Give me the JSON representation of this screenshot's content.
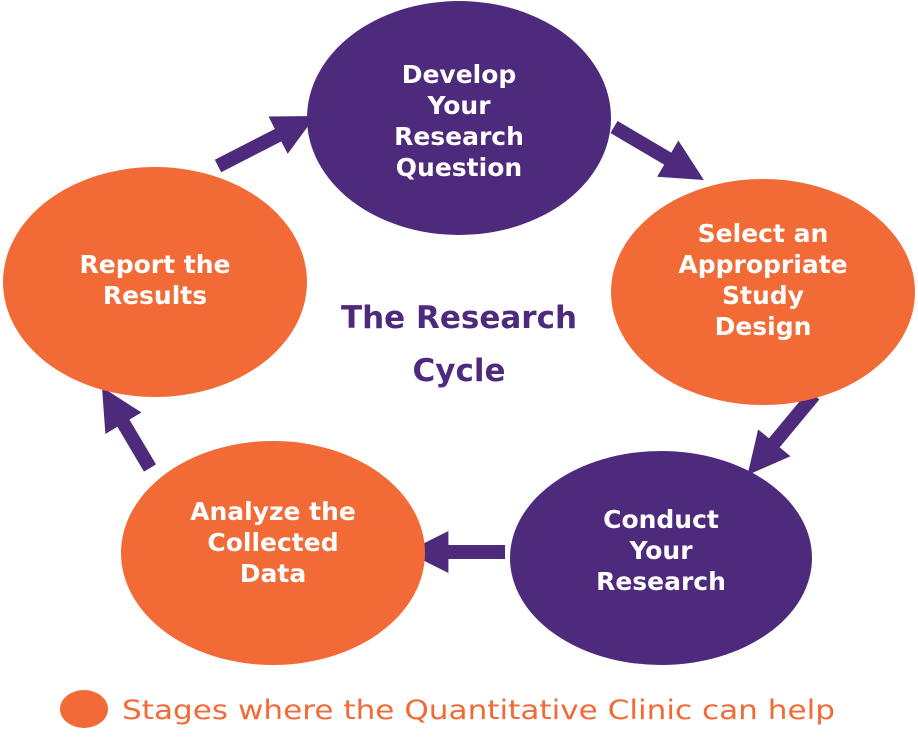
{
  "title": {
    "lines": [
      "The Research",
      "Cycle"
    ]
  },
  "colors": {
    "purple": "#4e2a7d",
    "orange": "#f26a35",
    "title": "#4e2a7d",
    "legend_text": "#f26a35"
  },
  "stages": [
    {
      "id": "develop",
      "color": "purple",
      "lines": [
        "Develop",
        "Your",
        "Research",
        "Question"
      ]
    },
    {
      "id": "design",
      "color": "orange",
      "lines": [
        "Select an",
        "Appropriate",
        "Study",
        "Design"
      ]
    },
    {
      "id": "conduct",
      "color": "purple",
      "lines": [
        "Conduct",
        "Your",
        "Research"
      ]
    },
    {
      "id": "analyze",
      "color": "orange",
      "lines": [
        "Analyze the",
        "Collected",
        "Data"
      ]
    },
    {
      "id": "report",
      "color": "orange",
      "lines": [
        "Report the",
        "Results"
      ]
    }
  ],
  "flow": [
    "develop",
    "design",
    "conduct",
    "analyze",
    "report",
    "develop"
  ],
  "legend": {
    "swatch_color": "orange",
    "text": "Stages where the Quantitative Clinic can help"
  }
}
